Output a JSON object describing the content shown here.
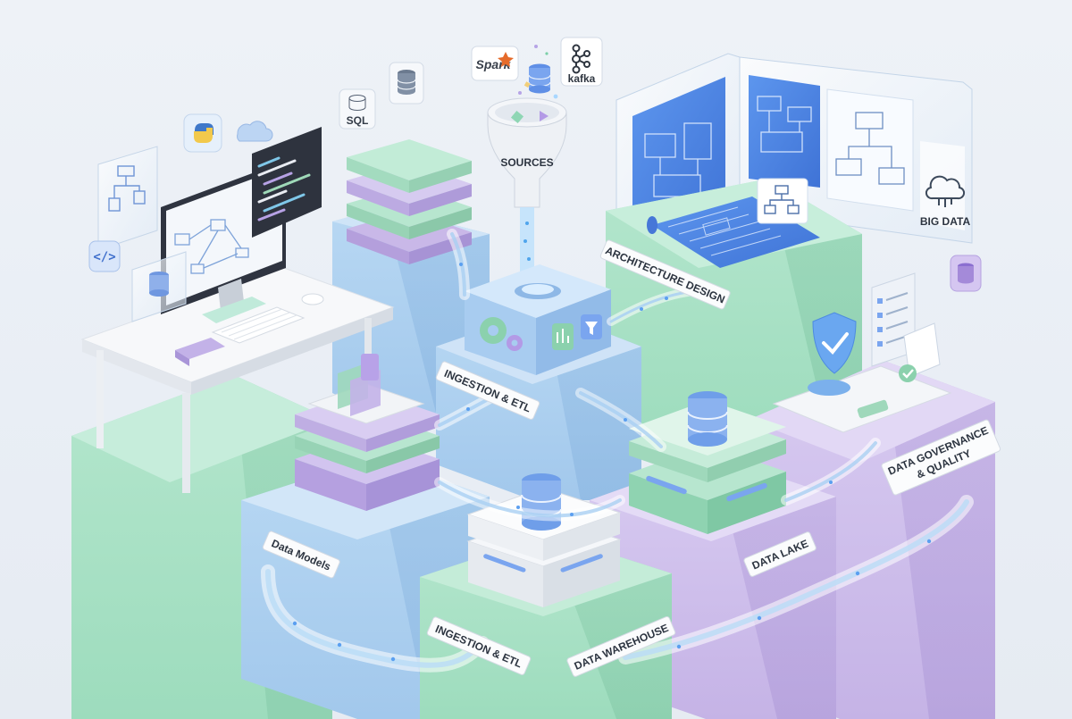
{
  "labels": {
    "sources": "SOURCES",
    "spark": "Spark",
    "kafka": "kafka",
    "sql": "SQL",
    "big_data": "BIG DATA",
    "architecture_design": "ARCHITECTURE DESIGN",
    "ingestion_etl_top": "INGESTION & ETL",
    "ingestion_etl_bottom": "INGESTION & ETL",
    "data_models": "Data Models",
    "data_warehouse": "DATA WAREHOUSE",
    "data_lake": "DATA LAKE",
    "governance_line1": "DATA GOVERNANCE",
    "governance_line2": "& QUALITY"
  },
  "colors": {
    "mint": "#a9e2c5",
    "blue": "#a9cdee",
    "lavender": "#c9b8e8",
    "accent_blue": "#4f86e6",
    "pipe": "#dcedfb"
  },
  "icons": [
    "python-icon",
    "cloud-icon",
    "sql-icon",
    "database-icon",
    "spark-icon",
    "kafka-icon",
    "funnel-icon",
    "gear-icon",
    "shield-icon",
    "checklist-icon",
    "blueprint-icon",
    "code-icon",
    "big-data-icon"
  ]
}
